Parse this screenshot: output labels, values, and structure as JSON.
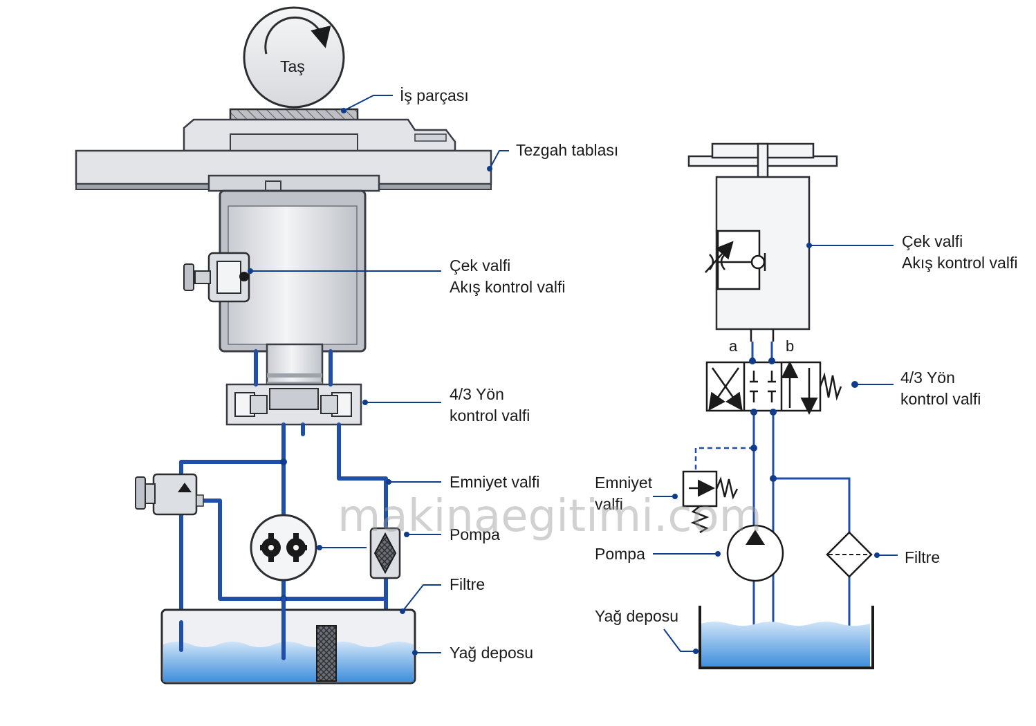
{
  "labels": {
    "tas": "Taş",
    "is_parcasi": "İş parçası",
    "tezgah_tablasi": "Tezgah tablası",
    "left_cek_valfi_1": "Çek valfi",
    "left_cek_valfi_2": "Akış kontrol valfi",
    "left_yon_1": "4/3 Yön",
    "left_yon_2": "kontrol valfi",
    "left_emniyet": "Emniyet valfi",
    "left_pompa": "Pompa",
    "left_filtre": "Filtre",
    "left_yag": "Yağ deposu",
    "right_cek_valfi_1": "Çek valfi",
    "right_cek_valfi_2": "Akış kontrol valfi",
    "port_a": "a",
    "port_b": "b",
    "right_yon_1": "4/3 Yön",
    "right_yon_2": "kontrol valfi",
    "right_emniyet_1": "Emniyet",
    "right_emniyet_2": "valfi",
    "right_pompa": "Pompa",
    "right_filtre": "Filtre",
    "right_yag": "Yağ deposu"
  },
  "watermark": "makinaegitimi.com",
  "colors": {
    "pipe": "#1f4fa8",
    "leader": "#0f3d8c",
    "oil_top": "#a9cff2",
    "oil_bottom": "#3f8fdc",
    "metal": "#e2e4e8"
  }
}
